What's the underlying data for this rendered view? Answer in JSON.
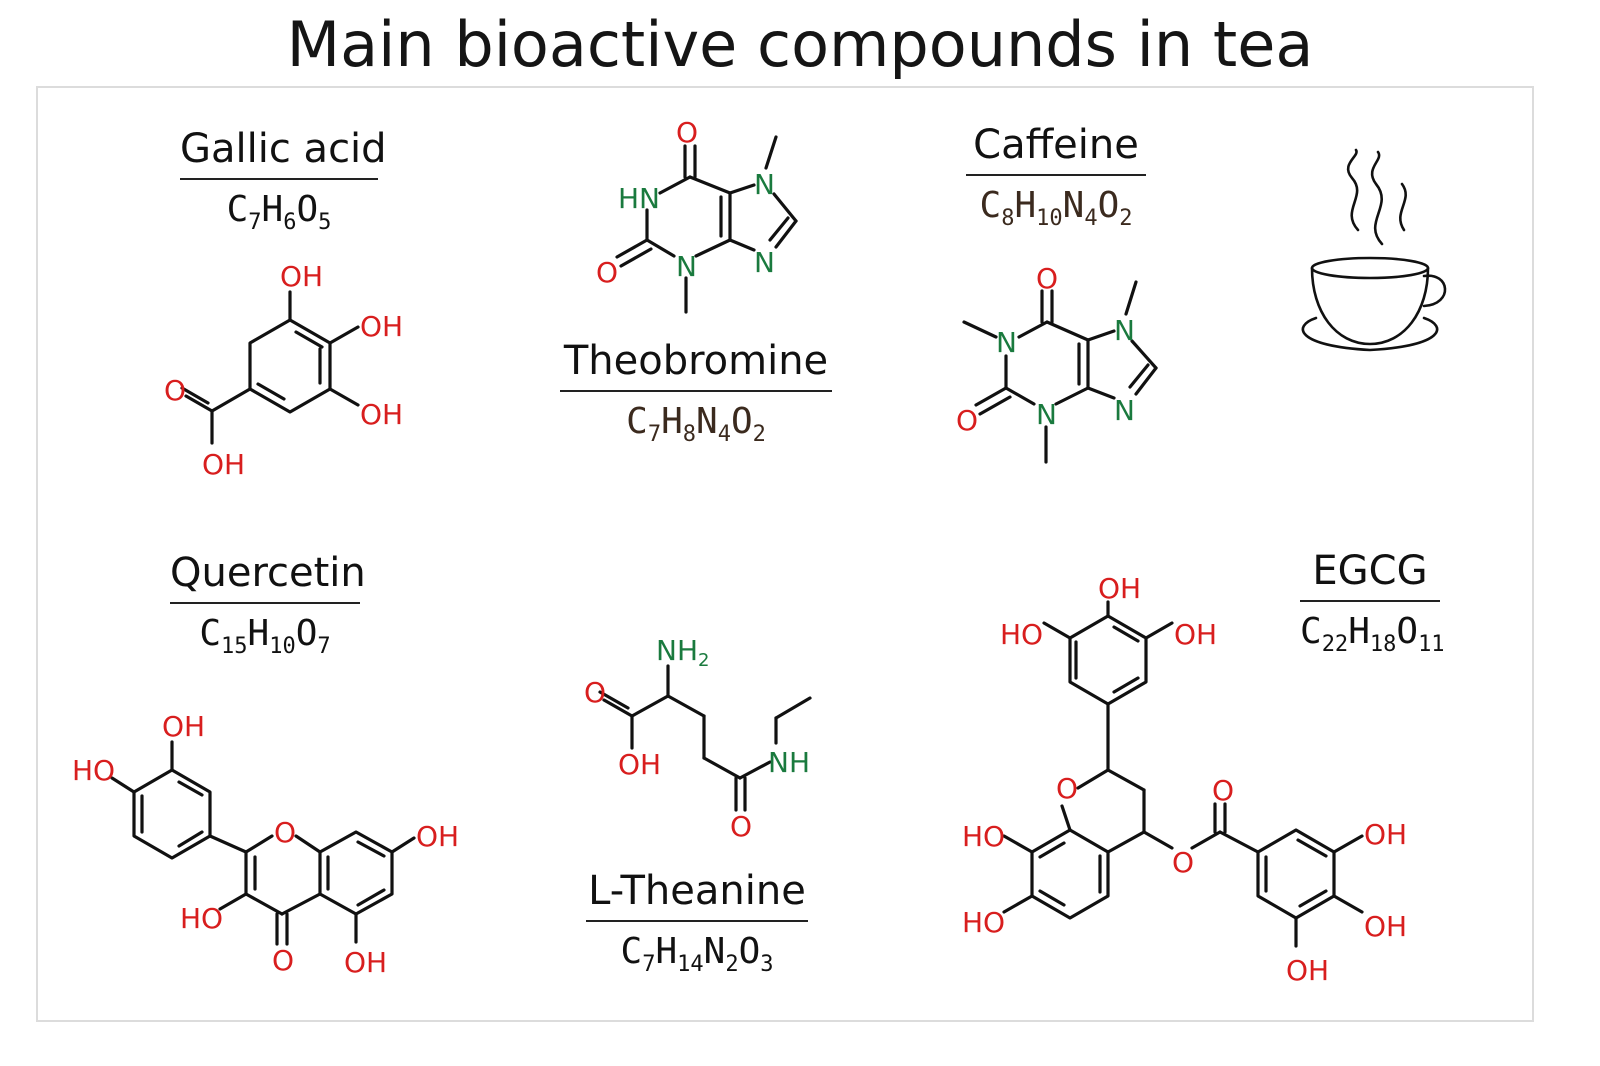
{
  "title": "Main bioactive compounds in tea",
  "compounds": {
    "gallic_acid": {
      "name": "Gallic acid",
      "formula": [
        {
          "el": "C",
          "n": "7"
        },
        {
          "el": "H",
          "n": "6"
        },
        {
          "el": "O",
          "n": "5"
        }
      ],
      "labels": {
        "oh_top": "OH",
        "oh_right1": "OH",
        "oh_right2": "OH",
        "o_carbonyl": "O",
        "oh_acid": "OH"
      }
    },
    "theobromine": {
      "name": "Theobromine",
      "formula": [
        {
          "el": "C",
          "n": "7"
        },
        {
          "el": "H",
          "n": "8"
        },
        {
          "el": "N",
          "n": "4"
        },
        {
          "el": "O",
          "n": "2"
        }
      ],
      "labels": {
        "o_top": "O",
        "hn": "HN",
        "n7": "N",
        "n9": "N",
        "n3": "N",
        "o_left": "O"
      }
    },
    "caffeine": {
      "name": "Caffeine",
      "formula": [
        {
          "el": "C",
          "n": "8"
        },
        {
          "el": "H",
          "n": "10"
        },
        {
          "el": "N",
          "n": "4"
        },
        {
          "el": "O",
          "n": "2"
        }
      ],
      "labels": {
        "o_top": "O",
        "n1": "N",
        "n7": "N",
        "n9": "N",
        "n3": "N",
        "o_left": "O"
      }
    },
    "quercetin": {
      "name": "Quercetin",
      "formula": [
        {
          "el": "C",
          "n": "15"
        },
        {
          "el": "H",
          "n": "10"
        },
        {
          "el": "O",
          "n": "7"
        }
      ],
      "labels": {
        "oh_b1": "OH",
        "ho_b2": "HO",
        "o_ring": "O",
        "oh_a7": "OH",
        "ho_3": "HO",
        "o_keto": "O",
        "oh_5": "OH"
      }
    },
    "l_theanine": {
      "name": "L-Theanine",
      "formula": [
        {
          "el": "C",
          "n": "7"
        },
        {
          "el": "H",
          "n": "14"
        },
        {
          "el": "N",
          "n": "2"
        },
        {
          "el": "O",
          "n": "3"
        }
      ],
      "labels": {
        "nh2": "NH",
        "nh2_sub": "2",
        "o_acid": "O",
        "oh_acid": "OH",
        "nh": "NH",
        "o_amide": "O"
      }
    },
    "egcg": {
      "name": "EGCG",
      "formula": [
        {
          "el": "C",
          "n": "22"
        },
        {
          "el": "H",
          "n": "18"
        },
        {
          "el": "O",
          "n": "11"
        }
      ],
      "labels": {
        "oh_top": "OH",
        "ho_b_left": "HO",
        "oh_b_right": "OH",
        "o_ring": "O",
        "ho_a1": "HO",
        "ho_a2": "HO",
        "o_ester": "O",
        "o_carbonyl": "O",
        "oh_g1": "OH",
        "oh_g2": "OH",
        "oh_g3": "OH"
      }
    }
  },
  "colors": {
    "oxygen": "#d81e1e",
    "nitrogen": "#1a7a3e",
    "formula_brown": "#3b2a1e",
    "bond": "#111111"
  },
  "icons": {
    "tea_cup": "tea-cup-icon"
  }
}
